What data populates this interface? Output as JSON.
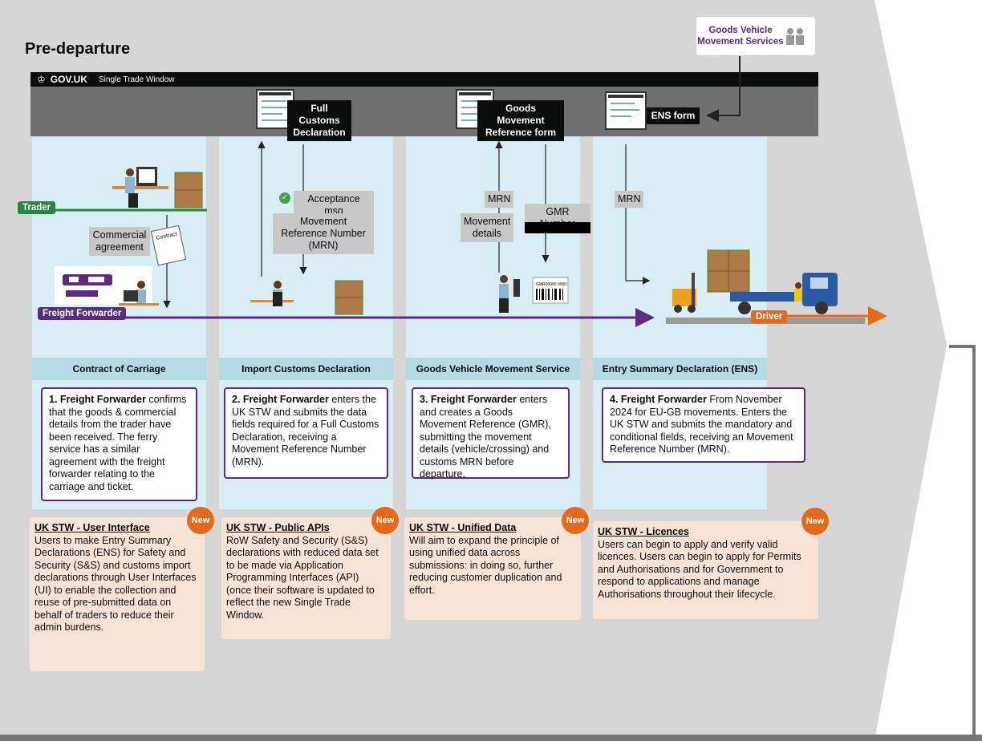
{
  "page": {
    "title": "Pre-departure"
  },
  "govbar": {
    "crown": "♔",
    "brand": "GOV.UK",
    "service": "Single Trade Window"
  },
  "gvms": {
    "label_line1": "Goods Vehicle",
    "label_line2": "Movement Services"
  },
  "forms": {
    "full_customs": "Full Customs Declaration",
    "gmr_form": "Goods Movement Reference form",
    "ens_form": "ENS form"
  },
  "roles": {
    "trader": "Trader",
    "freight_forwarder": "Freight Forwarder",
    "driver": "Driver"
  },
  "flow_labels": {
    "commercial_agreement": "Commercial agreement",
    "contract_doc": "Contract",
    "acceptance_msg": "Acceptance msg",
    "mrn_long": "Movement Reference Number (MRN)",
    "mrn_gvms": "MRN",
    "movement_details": "Movement details",
    "gmr_number": "GMR Number",
    "mrn_ens": "MRN",
    "barcode": "GMR00000 0000"
  },
  "columns": [
    {
      "heading": "Contract of Carriage",
      "step_bold": "1. Freight Forwarder",
      "step_text": " confirms that the goods & commercial details from the trader have been received. The ferry service has a similar agreement with the freight forwarder relating to the carriage and ticket."
    },
    {
      "heading": "Import Customs Declaration",
      "step_bold": "2. Freight Forwarder",
      "step_text": " enters the UK STW and submits the data fields required for a Full Customs Declaration, receiving a Movement Reference Number (MRN)."
    },
    {
      "heading": "Goods Vehicle Movement Service",
      "step_bold": "3. Freight Forwarder",
      "step_text": " enters and creates a Goods Movement Reference (GMR), submitting the movement details (vehicle/crossing) and customs MRN before departure."
    },
    {
      "heading": "Entry Summary Declaration (ENS)",
      "step_bold": "4. Freight Forwarder",
      "step_text": " From November 2024 for EU-GB movements. Enters the UK STW and submits the mandatory and conditional fields, receiving an Movement Reference Number (MRN)."
    }
  ],
  "features": [
    {
      "title": "UK STW - User Interface",
      "badge": "New",
      "text": "Users to make Entry Summary Declarations (ENS) for Safety and Security (S&S) and customs import declarations through User Interfaces (UI) to enable the collection and reuse of pre-submitted data on behalf of traders to reduce their admin burdens."
    },
    {
      "title": "UK STW - Public APIs",
      "badge": "New",
      "text": "RoW Safety and Security (S&S) declarations with reduced data set to be made via Application Programming Interfaces (API) (once their software is updated to reflect the new Single Trade Window."
    },
    {
      "title": "UK STW - Unified Data",
      "badge": "New",
      "text": "Will aim to expand the principle of using unified data across submissions: in doing so, further reducing customer duplication and effort."
    },
    {
      "title": "UK STW - Licences",
      "badge": "New",
      "text": "Users can begin to apply and verify valid licences. Users can begin to apply for Permits and Authorisations and for Government to respond to applications and manage Authorisations throughout their lifecycle."
    }
  ],
  "colors": {
    "purple": "#5c2a7f",
    "green": "#28863d",
    "orange": "#e26a1a",
    "panel": "#d9eef4",
    "panel_head": "#b4dbe3",
    "peach": "#f8e4d6",
    "bg_grey": "#d6d6d6"
  }
}
